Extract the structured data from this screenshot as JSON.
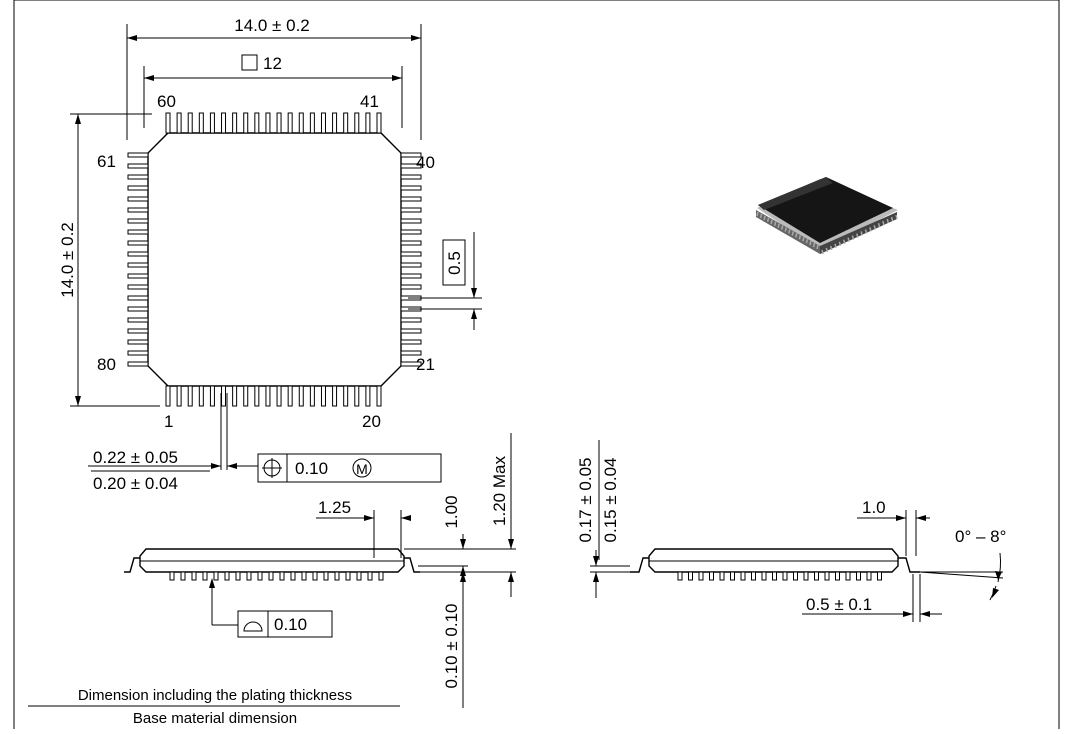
{
  "top_view": {
    "width_dim": "14.0 ± 0.2",
    "body_dim": "12",
    "height_dim": "14.0 ± 0.2",
    "pin_60": "60",
    "pin_41": "41",
    "pin_61": "61",
    "pin_40": "40",
    "pin_80": "80",
    "pin_21": "21",
    "pin_1": "1",
    "pin_20": "20",
    "pitch": "0.5",
    "lead_width_plated": "0.22 ± 0.05",
    "lead_width_base": "0.20 ± 0.04",
    "position_tol": "0.10",
    "mmc_symbol": "M"
  },
  "side_view": {
    "lead_length": "1.25",
    "body_height": "1.00",
    "max_height": "1.20 Max",
    "standoff": "0.10 ± 0.10",
    "flatness_tol": "0.10"
  },
  "lead_view": {
    "thickness_plated": "0.17 ± 0.05",
    "thickness_base": "0.15 ± 0.04",
    "foot_length": "1.0",
    "angle": "0° – 8°",
    "foot_tol": "0.5 ± 0.1"
  },
  "legend": {
    "top": "Dimension including the plating thickness",
    "bottom": "Base material dimension"
  },
  "colors": {
    "line": "#000000",
    "chip": "#1a1a1a"
  }
}
